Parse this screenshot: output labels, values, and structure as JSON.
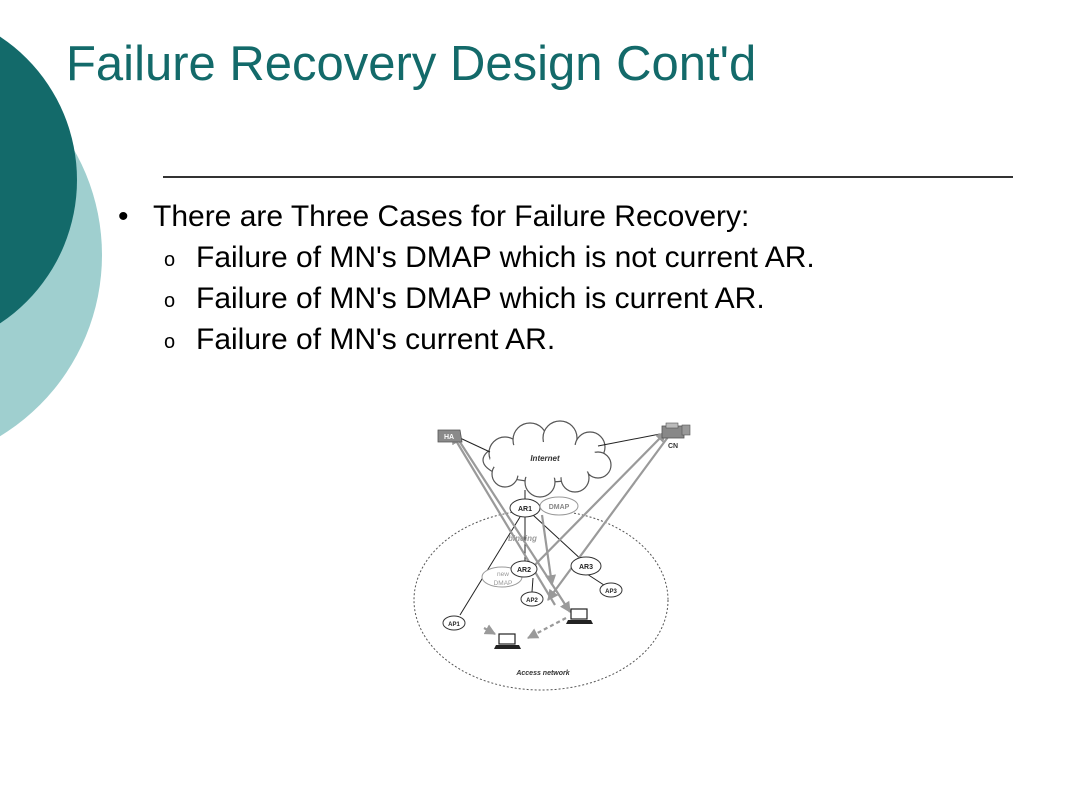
{
  "slide": {
    "title": "Failure Recovery Design Cont'd",
    "accent_color": "#136a6a",
    "accent_light_color": "#9fcfcf"
  },
  "content": {
    "bullet_marker": "•",
    "sub_bullet_marker": "o",
    "bullet": "There are Three Cases for Failure Recovery:",
    "sub_items": [
      "Failure of MN's DMAP which is not current AR.",
      "Failure of MN's DMAP which is current AR.",
      "Failure of MN's current AR."
    ]
  },
  "diagram": {
    "labels": {
      "ha": "HA",
      "cn": "CN",
      "internet": "Internet",
      "ar1": "AR1",
      "dmap": "DMAP",
      "binding": "binding",
      "ar2": "AR2",
      "new_dmap_line1": "new",
      "new_dmap_line2": "DMAP",
      "ar3": "AR3",
      "ap1": "AP1",
      "ap2": "AP2",
      "ap3": "AP3",
      "access_network": "Access network"
    }
  }
}
